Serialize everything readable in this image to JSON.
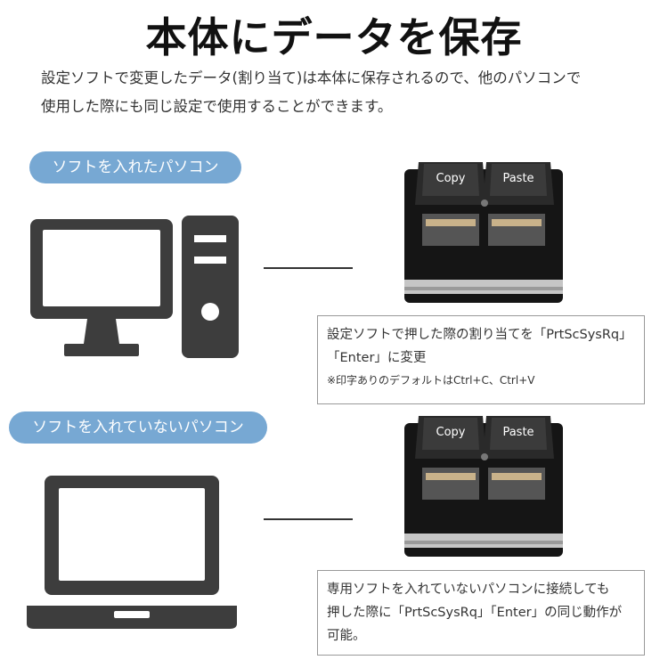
{
  "title": "本体にデータを保存",
  "intro": {
    "line1": "設定ソフトで変更したデータ(割り当て)は本体に保存されるので、他のパソコンで",
    "line2": "使用した際にも同じ設定で使用することができます。"
  },
  "section1": {
    "pill": "ソフトを入れたパソコン",
    "keys": [
      "Copy",
      "Paste"
    ],
    "note": {
      "line1": "設定ソフトで押した際の割り当てを「PrtScSysRq」",
      "line2": "「Enter」に変更",
      "line3": "※印字ありのデフォルトはCtrl+C、Ctrl+V"
    }
  },
  "section2": {
    "pill": "ソフトを入れていないパソコン",
    "keys": [
      "Copy",
      "Paste"
    ],
    "note": {
      "line1": "専用ソフトを入れていないパソコンに接続しても",
      "line2": "押した際に「PrtScSysRq」「Enter」の同じ動作が",
      "line3": "可能。"
    }
  },
  "colors": {
    "pill": "#77a8d3",
    "icon": "#3d3d3d"
  }
}
